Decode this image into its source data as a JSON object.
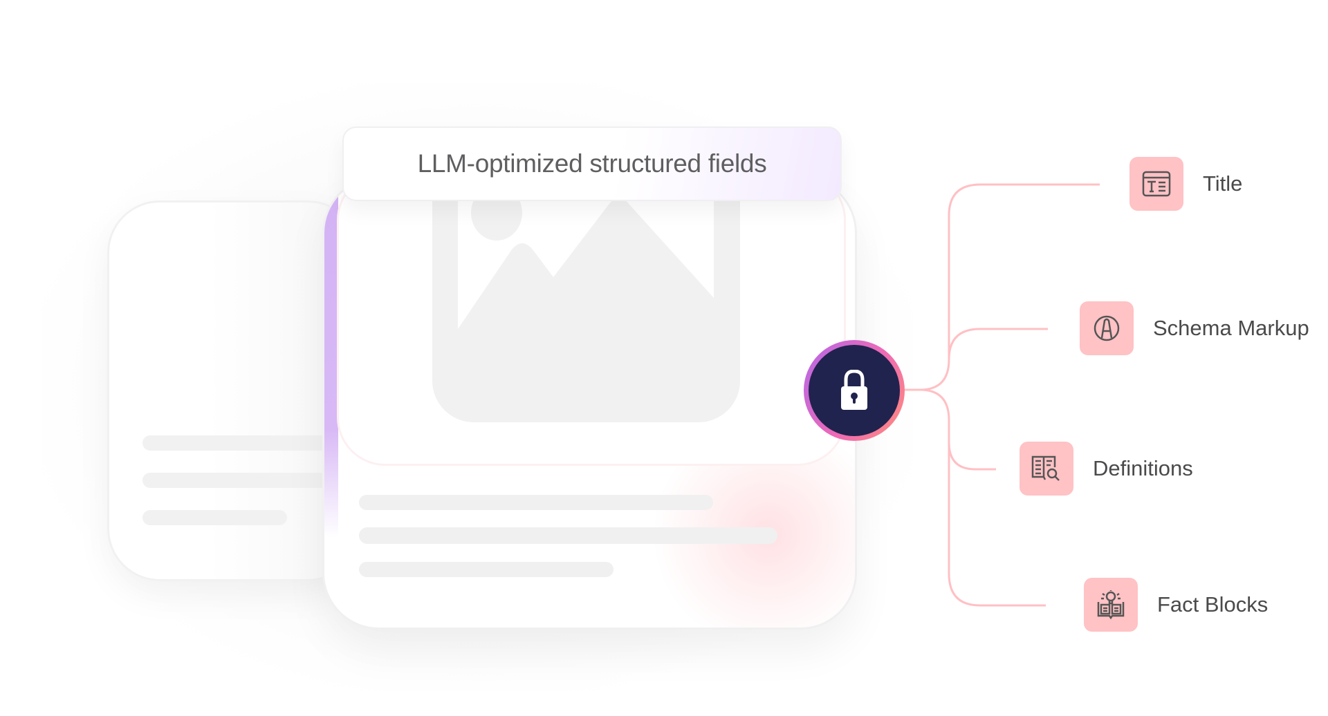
{
  "header": {
    "title": "LLM-optimized structured fields"
  },
  "colors": {
    "icon_tile": "#ffc2c5",
    "connector": "#ffc0c4",
    "lock_fill": "#20234d",
    "lock_ring": [
      "#b467e8",
      "#ee6ab6",
      "#ff8c78"
    ],
    "accent_purple": "#d3b2f4",
    "text": "#4a4a4c"
  },
  "lock": {
    "icon": "lock-icon"
  },
  "fields": [
    {
      "label": "Title",
      "icon": "text-title-icon"
    },
    {
      "label": "Schema Markup",
      "icon": "schema-a-icon"
    },
    {
      "label": "Definitions",
      "icon": "book-search-icon"
    },
    {
      "label": "Fact Blocks",
      "icon": "book-lightbulb-icon"
    }
  ]
}
